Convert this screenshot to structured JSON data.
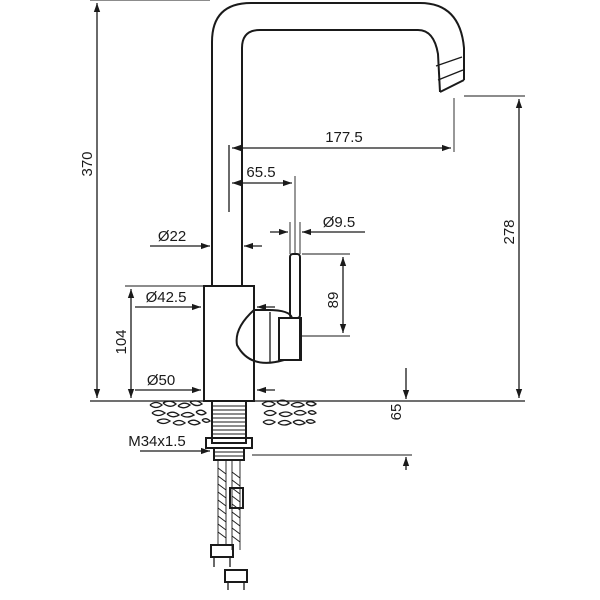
{
  "diagram": {
    "dimensions": {
      "total_height": "370",
      "spout_height": "278",
      "spout_reach": "177.5",
      "handle_offset": "65.5",
      "spout_diameter": "Ø22",
      "handle_diameter": "Ø9.5",
      "handle_length": "89",
      "body_diameter": "Ø42.5",
      "body_height": "104",
      "base_diameter": "Ø50",
      "mount_depth": "65",
      "thread": "M34x1.5"
    }
  }
}
